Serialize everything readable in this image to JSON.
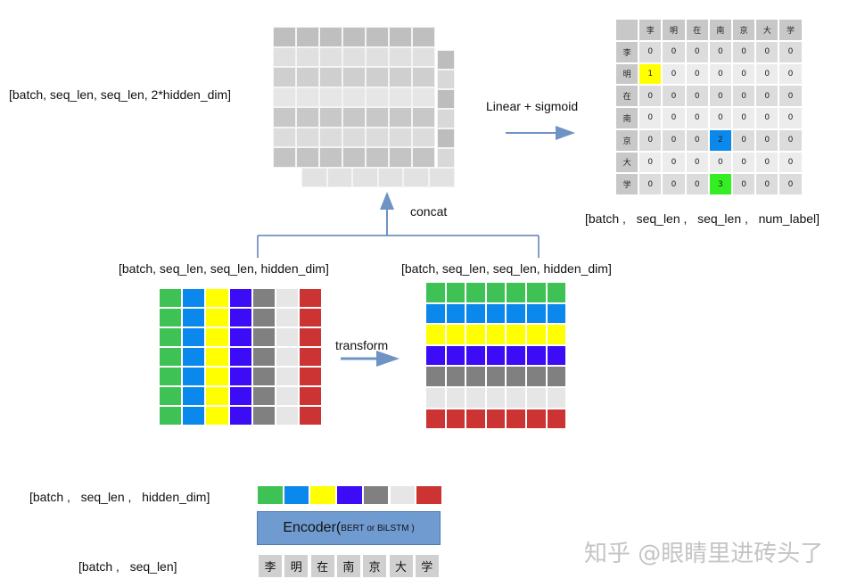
{
  "colors": {
    "green": "#3ec155",
    "blue": "#0b88ec",
    "yellow": "#ffff00",
    "purple": "#3b0cf5",
    "gray": "#808080",
    "lightgray": "#e6e6e6",
    "red": "#cc3333",
    "arrow": "#6f93c4",
    "line": "#5b7fb5",
    "encoder": "#6f9bd0",
    "highlight_1": "#ffff00",
    "highlight_2": "#0b88ec",
    "highlight_3": "#33ee22"
  },
  "labels": {
    "concat_shape": "[batch, seq_len, seq_len, 2*hidden_dim]",
    "linear_sigmoid": "Linear + sigmoid",
    "concat": "concat",
    "output_shape": "[batch ,   seq_len ,   seq_len ,   num_label]",
    "left_shape": "[batch, seq_len, seq_len, hidden_dim]",
    "right_shape": "[batch, seq_len, seq_len, hidden_dim]",
    "transform": "transform",
    "encoded_shape": "[batch ,   seq_len ,   hidden_dim]",
    "input_shape": "[batch ,   seq_len]"
  },
  "encoder": {
    "name": "Encoder(",
    "detail": "BERT or BiLSTM )"
  },
  "tokens": [
    "李",
    "明",
    "在",
    "南",
    "京",
    "大",
    "学"
  ],
  "matrix": {
    "headers": [
      "李",
      "明",
      "在",
      "南",
      "京",
      "大",
      "学"
    ],
    "rows": [
      [
        "0",
        "0",
        "0",
        "0",
        "0",
        "0",
        "0"
      ],
      [
        "1",
        "0",
        "0",
        "0",
        "0",
        "0",
        "0"
      ],
      [
        "0",
        "0",
        "0",
        "0",
        "0",
        "0",
        "0"
      ],
      [
        "0",
        "0",
        "0",
        "0",
        "0",
        "0",
        "0"
      ],
      [
        "0",
        "0",
        "0",
        "2",
        "0",
        "0",
        "0"
      ],
      [
        "0",
        "0",
        "0",
        "0",
        "0",
        "0",
        "0"
      ],
      [
        "0",
        "0",
        "0",
        "3",
        "0",
        "0",
        "0"
      ]
    ]
  },
  "watermark": "知乎 @眼睛里进砖头了"
}
